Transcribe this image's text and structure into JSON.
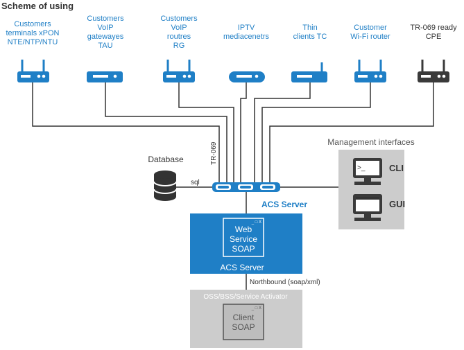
{
  "title": "Scheme of using",
  "devices": [
    {
      "line1": "Customers",
      "line2": "terminals xPON",
      "line3": "NTE/NTP/NTU",
      "icon": "router-icon",
      "color": "#1f7fc6"
    },
    {
      "line1": "Customers",
      "line2": "VoIP",
      "line3": "gatewayes",
      "line4": "TAU",
      "icon": "gateway-icon",
      "color": "#1f7fc6"
    },
    {
      "line1": "Customers",
      "line2": "VoIP",
      "line3": "routres",
      "line4": "RG",
      "icon": "router-icon",
      "color": "#1f7fc6"
    },
    {
      "line1": "IPTV",
      "line2": "mediacenetrs",
      "icon": "mediacenter-icon",
      "color": "#1f7fc6"
    },
    {
      "line1": "Thin",
      "line2": "clients TC",
      "icon": "thin-client-icon",
      "color": "#1f7fc6"
    },
    {
      "line1": "Customer",
      "line2": "Wi-Fi router",
      "icon": "wifi-router-icon",
      "color": "#1f7fc6"
    },
    {
      "line1": "TR-069 ready",
      "line2": "CPE",
      "icon": "router-icon",
      "color": "#333333"
    }
  ],
  "database_label": "Database",
  "sql_label": "sql",
  "tr069_label": "TR-069",
  "acs_switch_label": "ACS Server",
  "management": {
    "title": "Management interfaces",
    "cli": "CLI",
    "gui": "GUI"
  },
  "acs_box": {
    "window_title": "_ □ X",
    "line1": "Web",
    "line2": "Service",
    "line3": "SOAP",
    "caption": "ACS Server"
  },
  "northbound_label": "Northbound (soap/xml)",
  "oss_box": {
    "title": "OSS/BSS/Service Activator",
    "window_title": "_ □ X",
    "line1": "Client",
    "line2": "SOAP"
  },
  "colors": {
    "accent": "#1f7fc6",
    "line": "#333333",
    "panel_gray": "#cccccc",
    "dark_icon": "#3a3a3a"
  }
}
